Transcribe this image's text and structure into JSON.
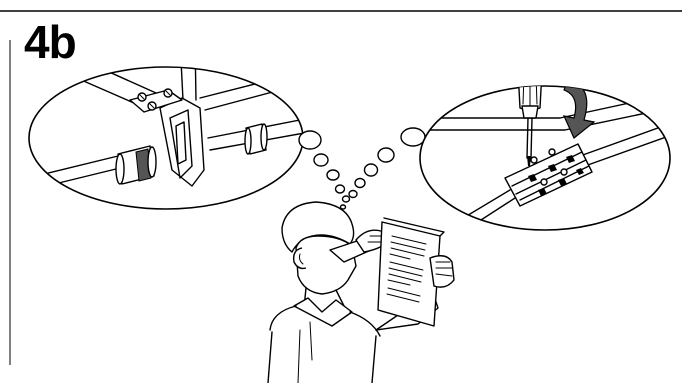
{
  "step": {
    "label": "4b"
  },
  "icons": {
    "left_bubble": "thought-bubble-clamp-detail",
    "right_bubble": "thought-bubble-screwdriver-detail",
    "rotation_arrow": "curved-arrow-clockwise",
    "person": "person-reading-instructions"
  },
  "colors": {
    "line": "#000000",
    "background": "#ffffff",
    "accent": "#555555"
  }
}
